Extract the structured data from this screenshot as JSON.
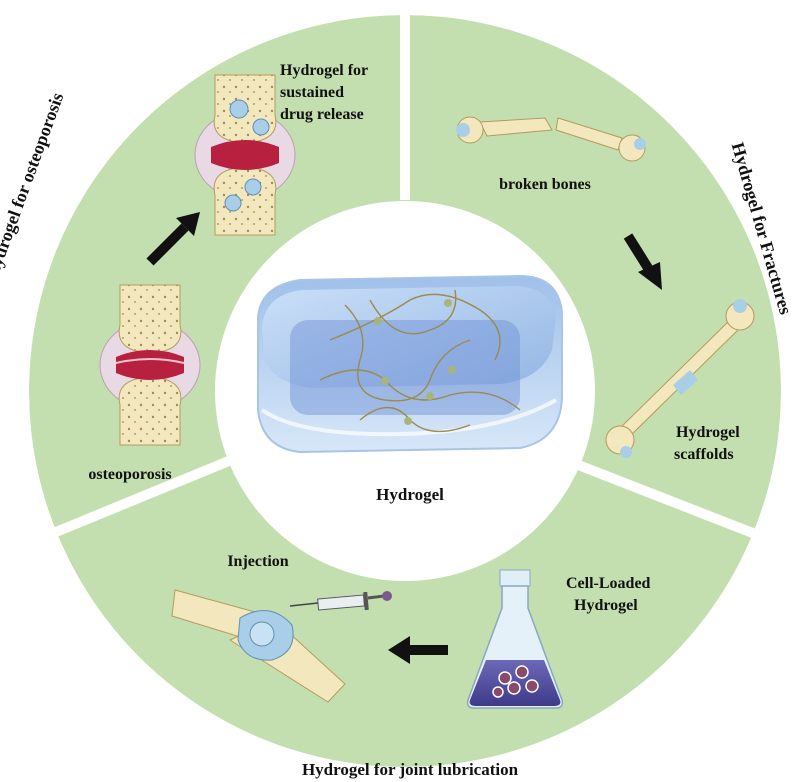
{
  "center": {
    "label": "Hydrogel"
  },
  "quadrants": {
    "osteoporosis": {
      "title": "Hydrogel for osteoporosis",
      "before_label": "osteoporosis",
      "after_label_lines": [
        "Hydrogel for",
        "sustained",
        "drug release"
      ]
    },
    "fractures": {
      "title": "Hydrogel for Fractures",
      "before_label": "broken bones",
      "after_label_lines": [
        "Hydrogel",
        "scaffolds"
      ]
    },
    "joint": {
      "title": "Hydrogel for joint lubrication",
      "injection_label": "Injection",
      "flask_label_lines": [
        "Cell-Loaded",
        "Hydrogel"
      ]
    }
  },
  "colors": {
    "ring": "#c3dfb0",
    "bone": "#f3e7bd",
    "bone_edge": "#b49b5e",
    "cartilage": "#b7203f",
    "cell_blue": "#a9cfe8",
    "gel_blue": "#8fb8e6",
    "arrow": "#111111"
  }
}
